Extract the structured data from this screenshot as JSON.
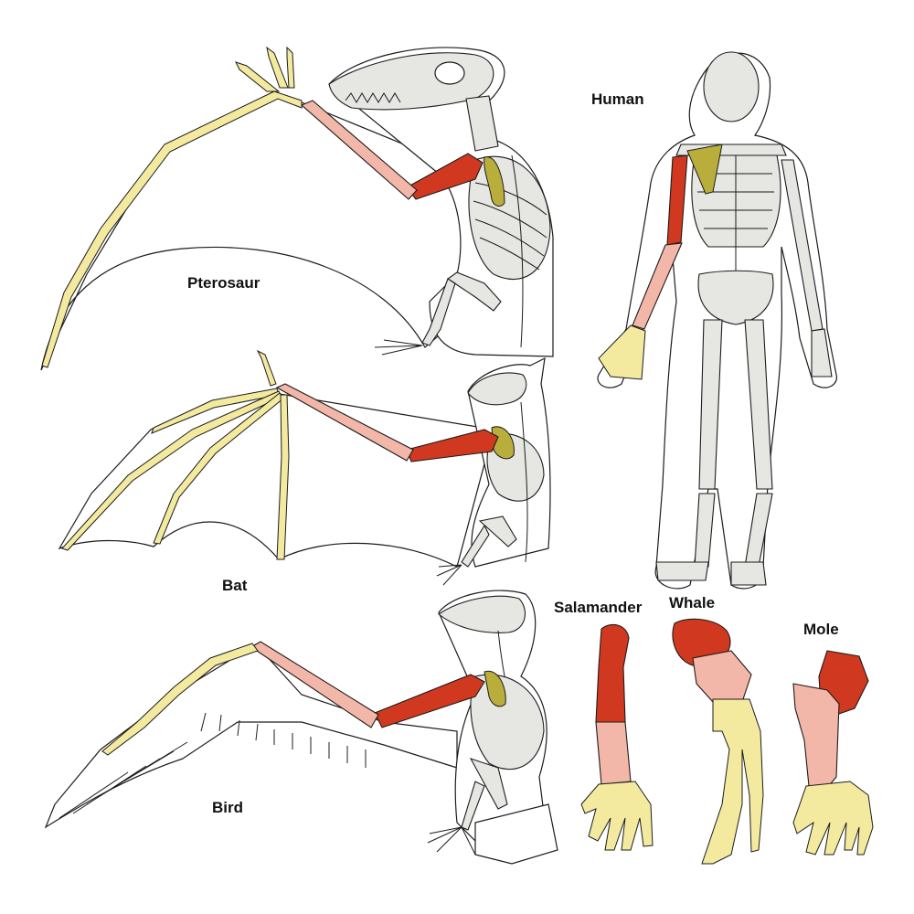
{
  "labels": {
    "pterosaur": "Pterosaur",
    "bat": "Bat",
    "bird": "Bird",
    "human": "Human",
    "salamander": "Salamander",
    "whale": "Whale",
    "mole": "Mole"
  },
  "colors": {
    "humerus": "#d0391f",
    "radius_ulna": "#f2b7a8",
    "hand": "#f3eaa0",
    "scapula": "#b9ad3c",
    "body_bone": "#e6e6e3",
    "outline": "#1c1c1c",
    "skin": "#ffffff"
  }
}
